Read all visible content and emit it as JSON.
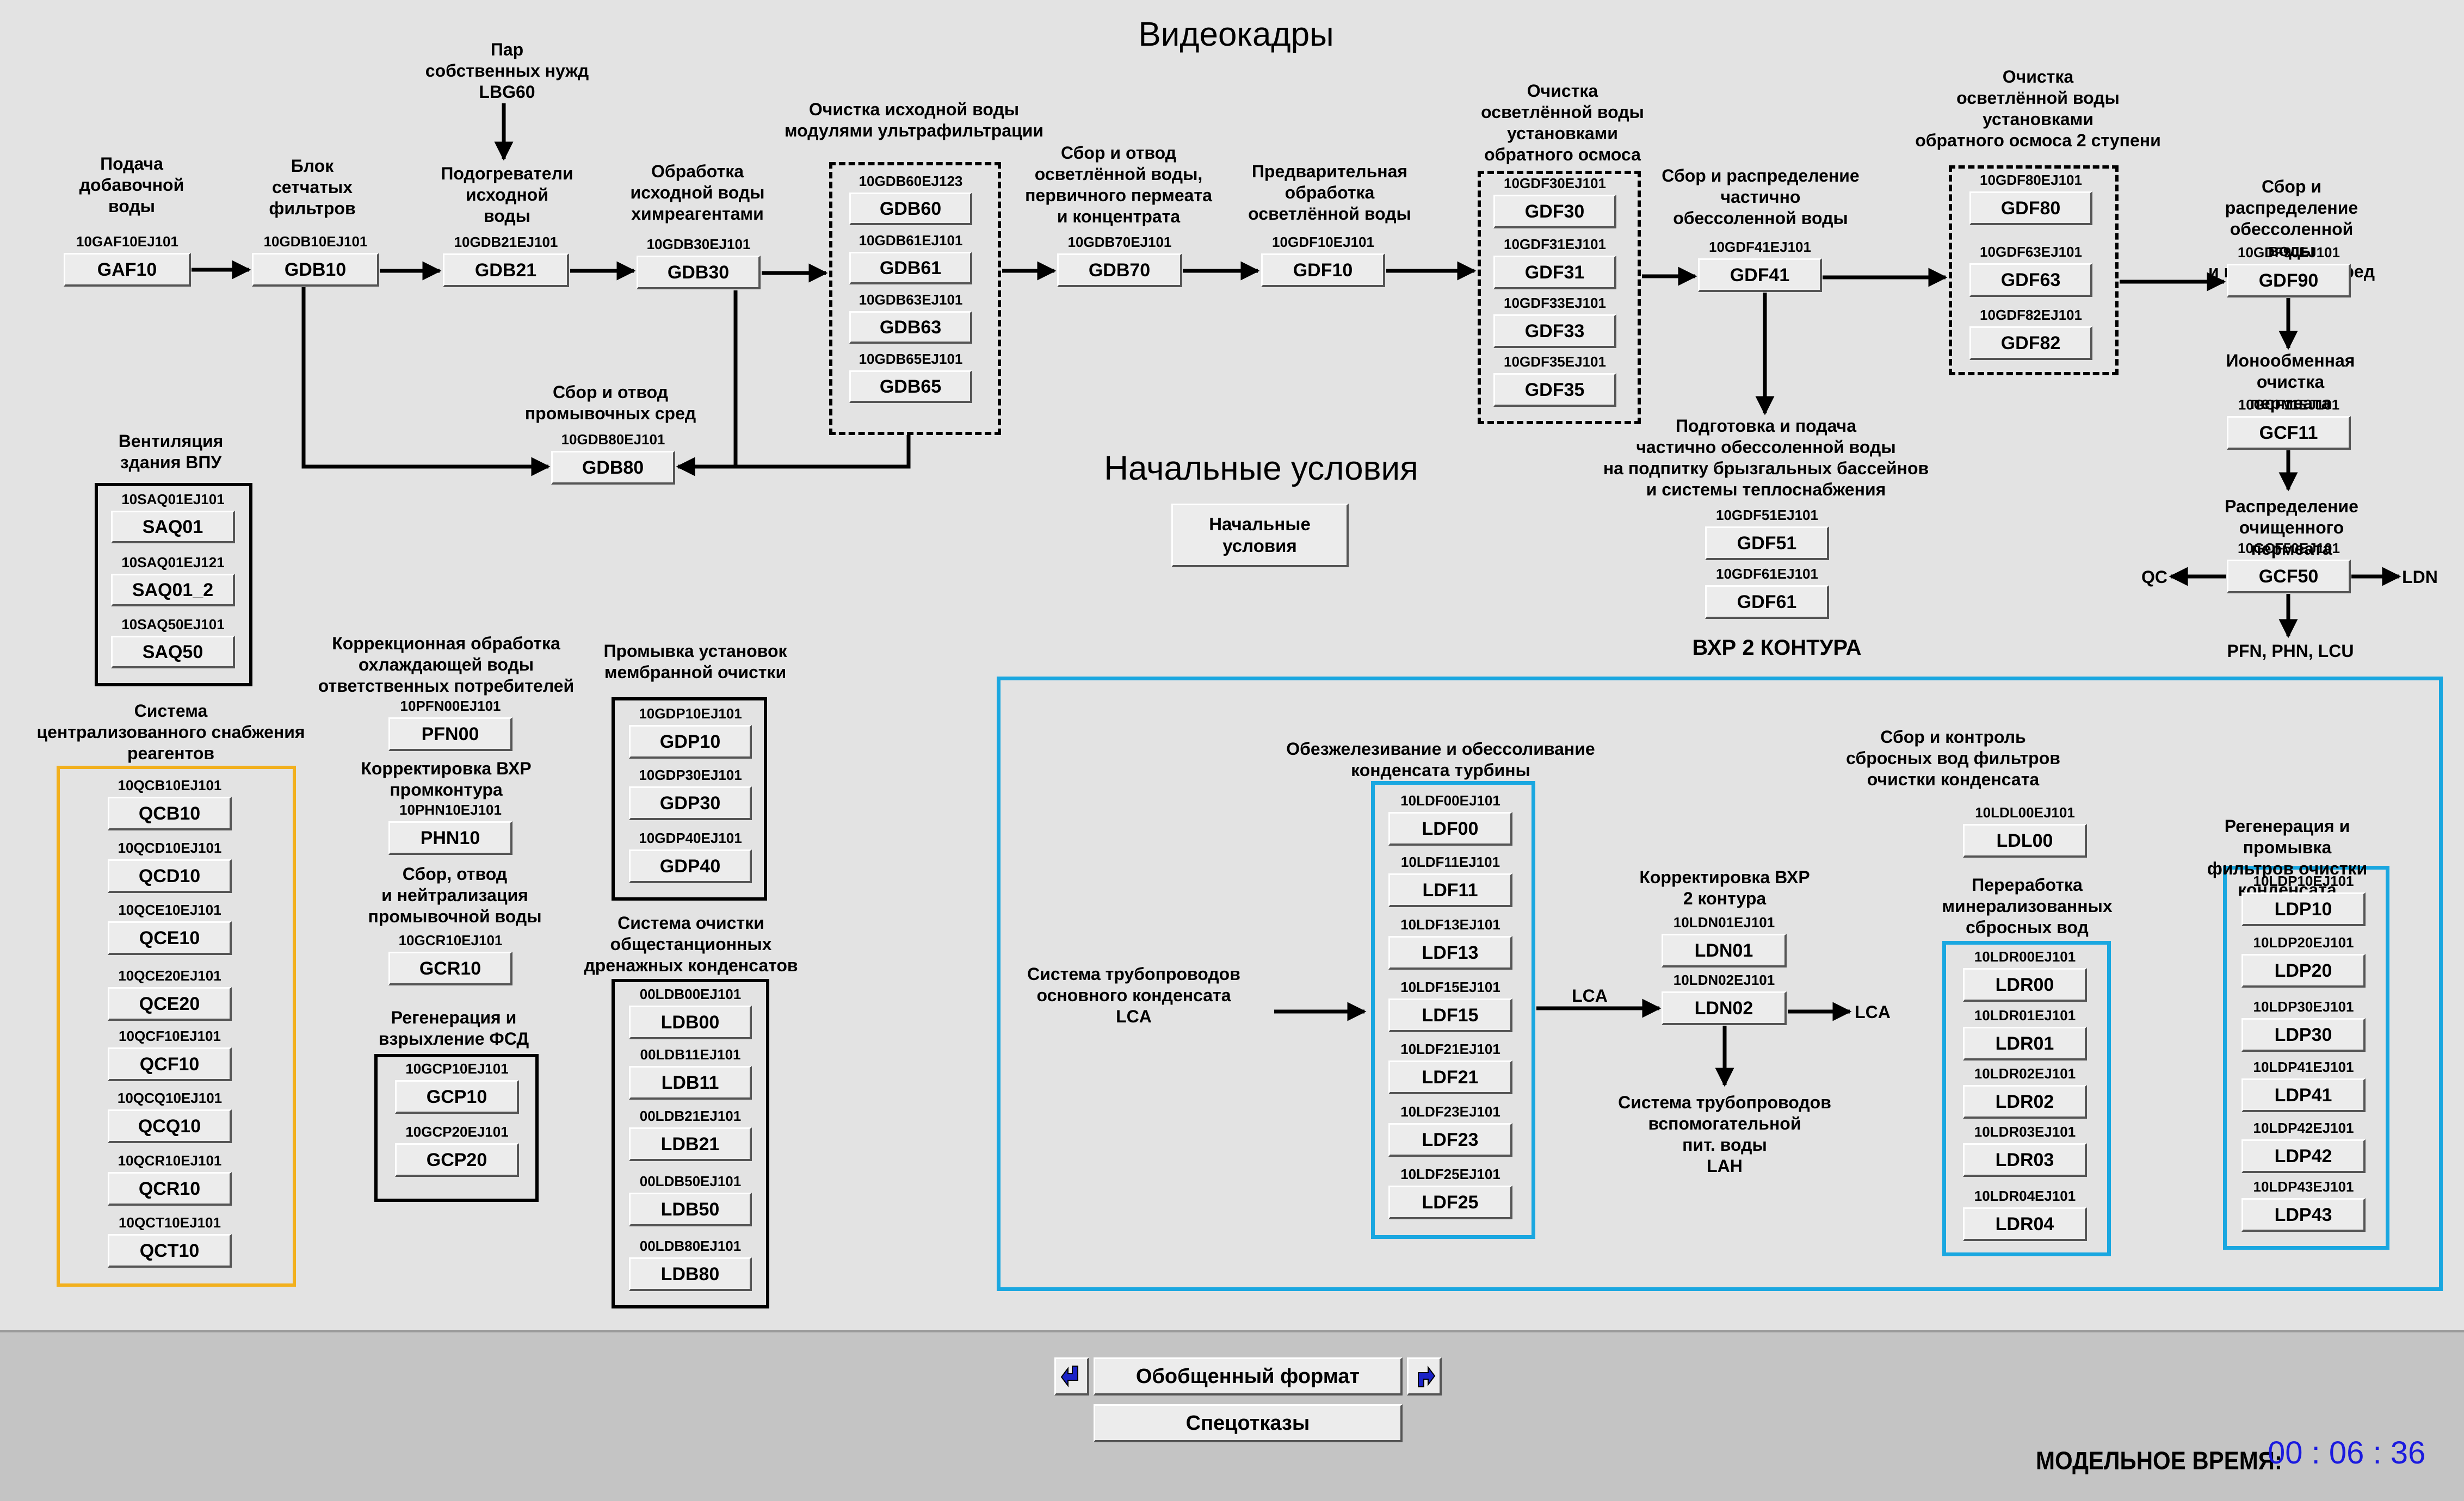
{
  "title": "Видеокадры",
  "initial_conditions": {
    "heading": "Начальные условия",
    "button": "Начальные\nусловия"
  },
  "circuit2": {
    "heading": "ВХР 2 КОНТУРА"
  },
  "labels": {
    "gaf": "Подача\nдобавочной\nводы",
    "gdb10": "Блок\nсетчатых\nфильтров",
    "lbg": "Пар\nсобственных нужд\nLBG60",
    "gdb21": "Подогреватели\nисходной\nводы",
    "gdb30": "Обработка\nисходной воды\nхимреагентами",
    "uf": "Очистка исходной воды\nмодулями ультрафильтрации",
    "gdb70": "Сбор и отвод\nосветлённой воды,\nпервичного пермеата\nи концентрата",
    "gdf10": "Предварительная\nобработка\nосветлённой воды",
    "ro1": "Очистка\nосветлённой воды\nустановками\nобратного осмоса",
    "gdf41": "Сбор и распределение\nчастично\nобессоленной воды",
    "ro2": "Очистка\nосветлённой воды\nустановками\nобратного осмоса 2 ступени",
    "gdf90": "Сбор и распределение\nобессоленной воды\nи промывных сред",
    "gdb80": "Сбор и отвод\nпромывочных сред",
    "gdf51": "Подготовка и подача\nчастично обессоленной воды\nна подпитку брызгальных бассейнов\nи системы теплоснабжения",
    "gcf11": "Ионообменная очистка\nпермеата",
    "gcf50": "Распределение очищенного\nпермеата",
    "qc": "QC",
    "ldn": "LDN",
    "pfn_list": "PFN, PHN, LCU",
    "saq": "Вентиляция\nздания ВПУ",
    "qcb": "Система\nцентрализованного снабжения\nреагентов",
    "pfn": "Коррекционная обработка\nохлаждающей воды\nответственных потребителей",
    "phn": "Корректировка ВХР\nпромконтура",
    "gcr": "Сбор, отвод\nи нейтрализация\nпромывочной воды",
    "gcp": "Регенерация и\nвзрыхление ФСД",
    "gdp": "Промывка установок\nмембранной очистки",
    "ldb": "Система очистки\nобщестанционных\nдренажных конденсатов",
    "ldf": "Обезжелезивание и обессоливание\nконденсата турбины",
    "lca_sys": "Система трубопроводов\nосновного конденсата\nLCA",
    "lca1": "LCA",
    "lca2": "LCA",
    "ldn_corr": "Корректировка ВХР\n2 контура",
    "lah": "Система трубопроводов\nвспомогательной\nпит. воды\nLAH",
    "ldl": "Сбор и контроль\nсбросных вод фильтров\nочистки конденсата",
    "ldr": "Переработка\nминерализованных\nсбросных вод",
    "ldp": "Регенерация и промывка\nфильтров очистки конденсата"
  },
  "units": {
    "GAF10": {
      "code": "10GAF10EJ101",
      "label": "GAF10"
    },
    "GDB10": {
      "code": "10GDB10EJ101",
      "label": "GDB10"
    },
    "GDB21": {
      "code": "10GDB21EJ101",
      "label": "GDB21"
    },
    "GDB30": {
      "code": "10GDB30EJ101",
      "label": "GDB30"
    },
    "GDB60": {
      "code": "10GDB60EJ123",
      "label": "GDB60"
    },
    "GDB61": {
      "code": "10GDB61EJ101",
      "label": "GDB61"
    },
    "GDB63": {
      "code": "10GDB63EJ101",
      "label": "GDB63"
    },
    "GDB65": {
      "code": "10GDB65EJ101",
      "label": "GDB65"
    },
    "GDB70": {
      "code": "10GDB70EJ101",
      "label": "GDB70"
    },
    "GDF10": {
      "code": "10GDF10EJ101",
      "label": "GDF10"
    },
    "GDF30": {
      "code": "10GDF30EJ101",
      "label": "GDF30"
    },
    "GDF31": {
      "code": "10GDF31EJ101",
      "label": "GDF31"
    },
    "GDF33": {
      "code": "10GDF33EJ101",
      "label": "GDF33"
    },
    "GDF35": {
      "code": "10GDF35EJ101",
      "label": "GDF35"
    },
    "GDF41": {
      "code": "10GDF41EJ101",
      "label": "GDF41"
    },
    "GDF80": {
      "code": "10GDF80EJ101",
      "label": "GDF80"
    },
    "GDF63": {
      "code": "10GDF63EJ101",
      "label": "GDF63"
    },
    "GDF82": {
      "code": "10GDF82EJ101",
      "label": "GDF82"
    },
    "GDF90": {
      "code": "10GDF90EJ101",
      "label": "GDF90"
    },
    "GDB80": {
      "code": "10GDB80EJ101",
      "label": "GDB80"
    },
    "GDF51": {
      "code": "10GDF51EJ101",
      "label": "GDF51"
    },
    "GDF61": {
      "code": "10GDF61EJ101",
      "label": "GDF61"
    },
    "GCF11": {
      "code": "10GCF11EJ101",
      "label": "GCF11"
    },
    "GCF50": {
      "code": "10GCF50EJ101",
      "label": "GCF50"
    },
    "SAQ01": {
      "code": "10SAQ01EJ101",
      "label": "SAQ01"
    },
    "SAQ01_2": {
      "code": "10SAQ01EJ121",
      "label": "SAQ01_2"
    },
    "SAQ50": {
      "code": "10SAQ50EJ101",
      "label": "SAQ50"
    },
    "QCB10": {
      "code": "10QCB10EJ101",
      "label": "QCB10"
    },
    "QCD10": {
      "code": "10QCD10EJ101",
      "label": "QCD10"
    },
    "QCE10": {
      "code": "10QCE10EJ101",
      "label": "QCE10"
    },
    "QCE20": {
      "code": "10QCE20EJ101",
      "label": "QCE20"
    },
    "QCF10": {
      "code": "10QCF10EJ101",
      "label": "QCF10"
    },
    "QCQ10": {
      "code": "10QCQ10EJ101",
      "label": "QCQ10"
    },
    "QCR10": {
      "code": "10QCR10EJ101",
      "label": "QCR10"
    },
    "QCT10": {
      "code": "10QCT10EJ101",
      "label": "QCT10"
    },
    "PFN00": {
      "code": "10PFN00EJ101",
      "label": "PFN00"
    },
    "PHN10": {
      "code": "10PHN10EJ101",
      "label": "PHN10"
    },
    "GCR10": {
      "code": "10GCR10EJ101",
      "label": "GCR10"
    },
    "GCP10": {
      "code": "10GCP10EJ101",
      "label": "GCP10"
    },
    "GCP20": {
      "code": "10GCP20EJ101",
      "label": "GCP20"
    },
    "GDP10": {
      "code": "10GDP10EJ101",
      "label": "GDP10"
    },
    "GDP30": {
      "code": "10GDP30EJ101",
      "label": "GDP30"
    },
    "GDP40": {
      "code": "10GDP40EJ101",
      "label": "GDP40"
    },
    "LDB00": {
      "code": "00LDB00EJ101",
      "label": "LDB00"
    },
    "LDB11": {
      "code": "00LDB11EJ101",
      "label": "LDB11"
    },
    "LDB21": {
      "code": "00LDB21EJ101",
      "label": "LDB21"
    },
    "LDB50": {
      "code": "00LDB50EJ101",
      "label": "LDB50"
    },
    "LDB80": {
      "code": "00LDB80EJ101",
      "label": "LDB80"
    },
    "LDF00": {
      "code": "10LDF00EJ101",
      "label": "LDF00"
    },
    "LDF11": {
      "code": "10LDF11EJ101",
      "label": "LDF11"
    },
    "LDF13": {
      "code": "10LDF13EJ101",
      "label": "LDF13"
    },
    "LDF15": {
      "code": "10LDF15EJ101",
      "label": "LDF15"
    },
    "LDF21": {
      "code": "10LDF21EJ101",
      "label": "LDF21"
    },
    "LDF23": {
      "code": "10LDF23EJ101",
      "label": "LDF23"
    },
    "LDF25": {
      "code": "10LDF25EJ101",
      "label": "LDF25"
    },
    "LDN01": {
      "code": "10LDN01EJ101",
      "label": "LDN01"
    },
    "LDN02": {
      "code": "10LDN02EJ101",
      "label": "LDN02"
    },
    "LDL00": {
      "code": "10LDL00EJ101",
      "label": "LDL00"
    },
    "LDR00": {
      "code": "10LDR00EJ101",
      "label": "LDR00"
    },
    "LDR01": {
      "code": "10LDR01EJ101",
      "label": "LDR01"
    },
    "LDR02": {
      "code": "10LDR02EJ101",
      "label": "LDR02"
    },
    "LDR03": {
      "code": "10LDR03EJ101",
      "label": "LDR03"
    },
    "LDR04": {
      "code": "10LDR04EJ101",
      "label": "LDR04"
    },
    "LDP10": {
      "code": "10LDP10EJ101",
      "label": "LDP10"
    },
    "LDP20": {
      "code": "10LDP20EJ101",
      "label": "LDP20"
    },
    "LDP30": {
      "code": "10LDP30EJ101",
      "label": "LDP30"
    },
    "LDP41": {
      "code": "10LDP41EJ101",
      "label": "LDP41"
    },
    "LDP42": {
      "code": "10LDP42EJ101",
      "label": "LDP42"
    },
    "LDP43": {
      "code": "10LDP43EJ101",
      "label": "LDP43"
    }
  },
  "footer": {
    "general_format": "Обобщенный формат",
    "special_orders": "Спецотказы",
    "back_icon": "arrow-back-icon",
    "forward_icon": "arrow-forward-icon",
    "model_time_label": "МОДЕЛЬНОЕ ВРЕМЯ:",
    "model_time": "00 : 06 : 36"
  },
  "colors": {
    "circuit2_frame": "#1aa7e0",
    "reagent_frame": "#f2b01e",
    "model_time": "#1a1adf",
    "background": "#e3e3e3",
    "footer_background": "#c4c4c4"
  }
}
